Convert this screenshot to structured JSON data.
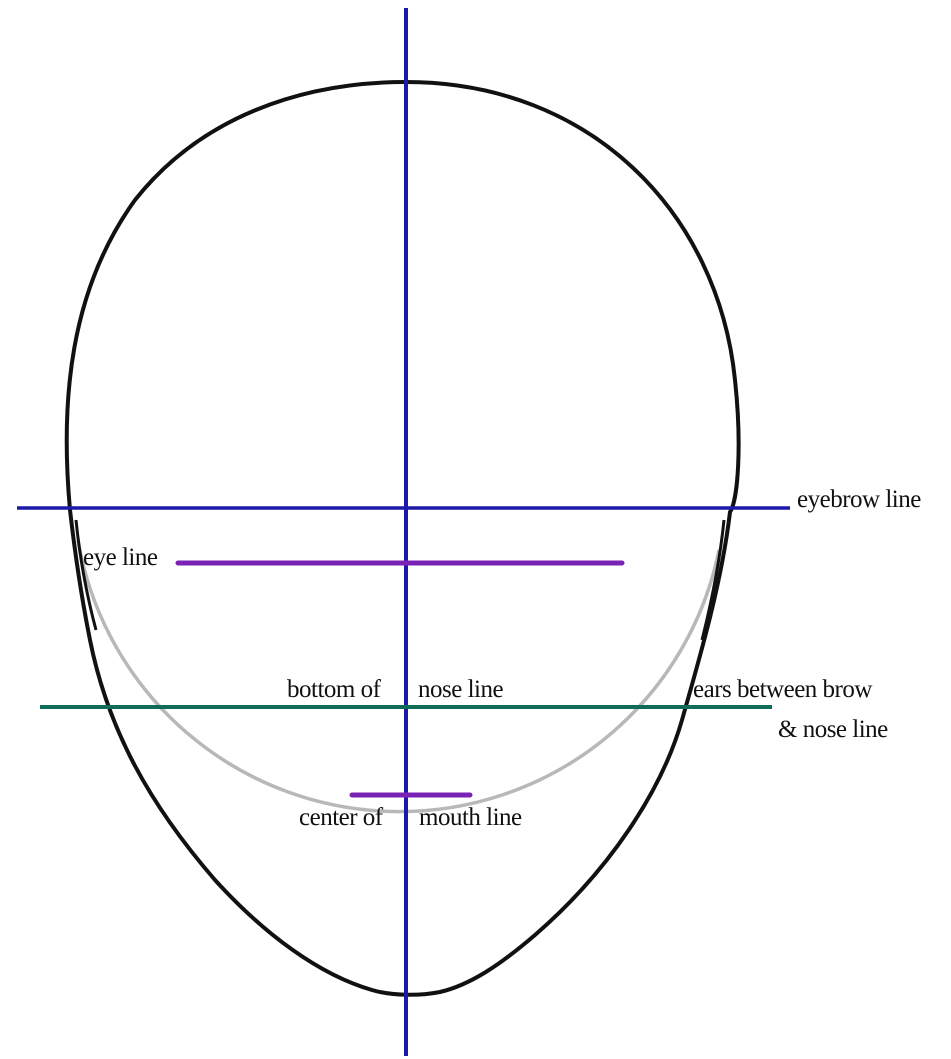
{
  "labels": {
    "eyebrow": "eyebrow line",
    "eye": "eye line",
    "nose_left": "bottom of",
    "nose_right": "nose line",
    "ears_line1": "ears between brow",
    "ears_line2": "& nose line",
    "mouth_left": "center of",
    "mouth_right": "mouth line"
  },
  "colors": {
    "outline": "#111111",
    "center_line": "#1c1aa8",
    "eyebrow_line": "#1c1aa8",
    "eye_line": "#7a22b4",
    "nose_line": "#0f6b5a",
    "mouth_line": "#7a22b4",
    "jaw_guide": "#b8b8b8"
  }
}
